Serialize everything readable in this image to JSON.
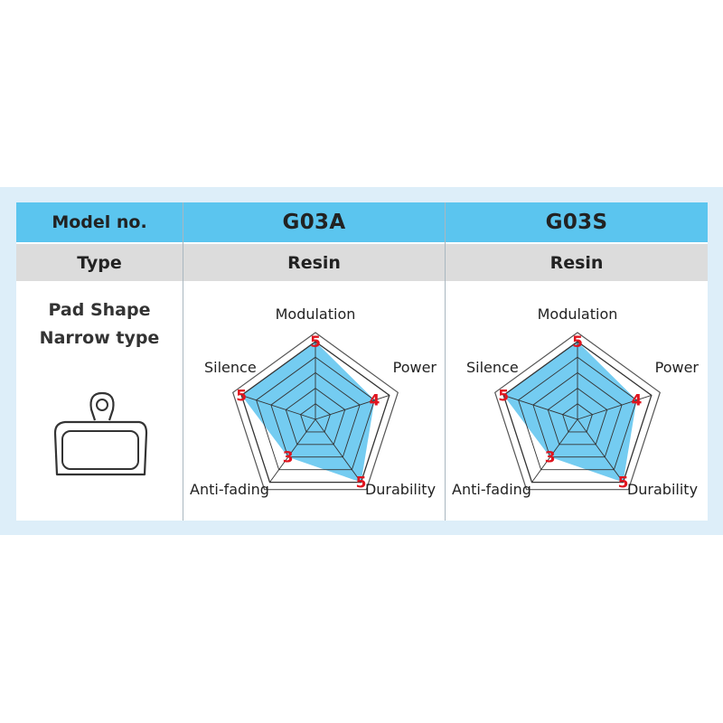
{
  "table": {
    "header_label": "Model no.",
    "type_label": "Type",
    "pad_shape_label": "Pad Shape",
    "pad_type_label": "Narrow type"
  },
  "models": [
    {
      "name": "G03A",
      "type": "Resin"
    },
    {
      "name": "G03S",
      "type": "Resin"
    }
  ],
  "colors": {
    "header_bg": "#5bc5ef",
    "type_bg": "#dcdcdc",
    "fill": "#5cc3ee",
    "score": "#e0141e"
  },
  "chart_data": [
    {
      "type": "radar",
      "title": "G03A",
      "axes": [
        "Modulation",
        "Power",
        "Durability",
        "Anti-fading",
        "Silence"
      ],
      "values": [
        5,
        4,
        5,
        3,
        5
      ],
      "max": 5
    },
    {
      "type": "radar",
      "title": "G03S",
      "axes": [
        "Modulation",
        "Power",
        "Durability",
        "Anti-fading",
        "Silence"
      ],
      "values": [
        5,
        4,
        5,
        3,
        5
      ],
      "max": 5
    }
  ]
}
